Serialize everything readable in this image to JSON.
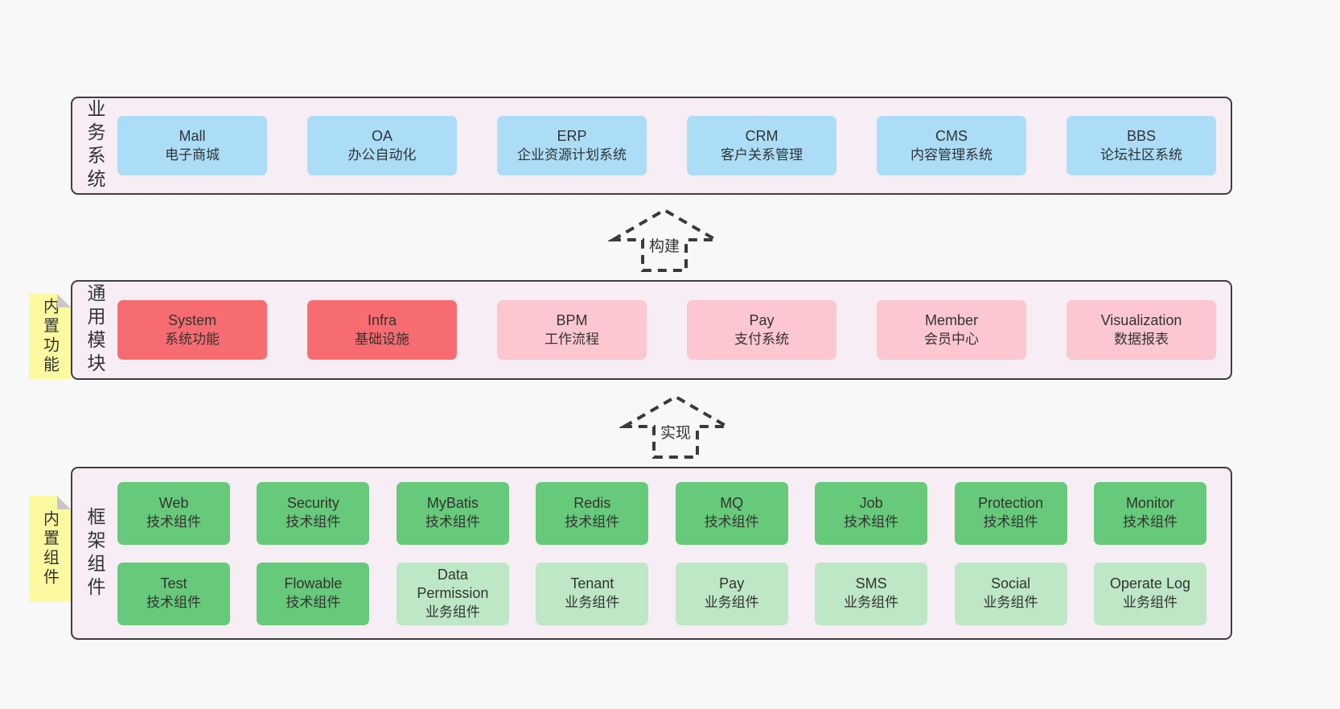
{
  "colors": {
    "page_bg": "#f8f8f8",
    "band_bg": "#f7edf5",
    "band_border": "#3f3f3f",
    "box_blue": "#abddf7",
    "box_red": "#f76c71",
    "box_pink": "#fcc7d1",
    "box_green": "#67c97a",
    "box_light_green": "#bde7c5",
    "sticky_yellow": "#fcfaa0",
    "sticky_fold_gray": "#c8c8c8",
    "text": "#333333",
    "arrow_dash": "#3a3a3a"
  },
  "bands": [
    {
      "label": "业务系统",
      "rows": [
        [
          {
            "name": "Mall",
            "desc": "电子商城"
          },
          {
            "name": "OA",
            "desc": "办公自动化"
          },
          {
            "name": "ERP",
            "desc": "企业资源计划系统"
          },
          {
            "name": "CRM",
            "desc": "客户关系管理"
          },
          {
            "name": "CMS",
            "desc": "内容管理系统"
          },
          {
            "name": "BBS",
            "desc": "论坛社区系统"
          }
        ]
      ]
    },
    {
      "label": "通用模块",
      "sticky": "内置功能",
      "rows": [
        [
          {
            "name": "System",
            "desc": "系统功能"
          },
          {
            "name": "Infra",
            "desc": "基础设施"
          },
          {
            "name": "BPM",
            "desc": "工作流程"
          },
          {
            "name": "Pay",
            "desc": "支付系统"
          },
          {
            "name": "Member",
            "desc": "会员中心"
          },
          {
            "name": "Visualization",
            "desc": "数据报表"
          }
        ]
      ]
    },
    {
      "label": "框架组件",
      "sticky": "内置组件",
      "rows": [
        [
          {
            "name": "Web",
            "desc": "技术组件"
          },
          {
            "name": "Security",
            "desc": "技术组件"
          },
          {
            "name": "MyBatis",
            "desc": "技术组件"
          },
          {
            "name": "Redis",
            "desc": "技术组件"
          },
          {
            "name": "MQ",
            "desc": "技术组件"
          },
          {
            "name": "Job",
            "desc": "技术组件"
          },
          {
            "name": "Protection",
            "desc": "技术组件"
          },
          {
            "name": "Monitor",
            "desc": "技术组件"
          }
        ],
        [
          {
            "name": "Test",
            "desc": "技术组件"
          },
          {
            "name": "Flowable",
            "desc": "技术组件"
          },
          {
            "name": "Data Permission",
            "desc": "业务组件"
          },
          {
            "name": "Tenant",
            "desc": "业务组件"
          },
          {
            "name": "Pay",
            "desc": "业务组件"
          },
          {
            "name": "SMS",
            "desc": "业务组件"
          },
          {
            "name": "Social",
            "desc": "业务组件"
          },
          {
            "name": "Operate Log",
            "desc": "业务组件"
          }
        ]
      ]
    }
  ],
  "arrows": [
    {
      "label": "构建"
    },
    {
      "label": "实现"
    }
  ]
}
